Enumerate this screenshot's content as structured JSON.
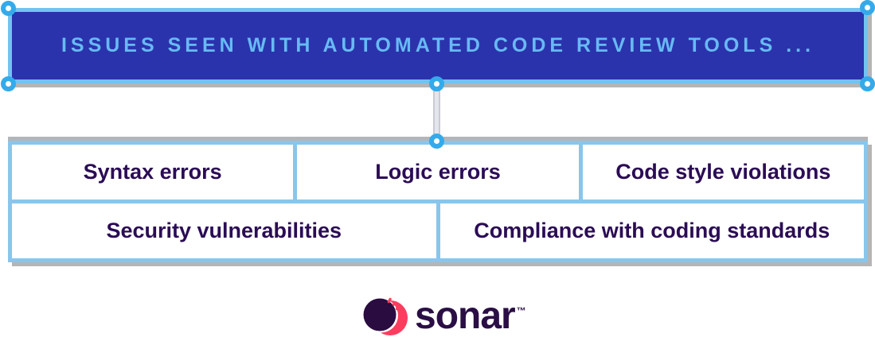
{
  "colors": {
    "page-bg": "#ffffff",
    "title-bg": "#2b33ac",
    "title-text": "#67baf3",
    "title-border": "#73c3f1",
    "grid-border": "#88c6ec",
    "label-text": "#2b0c55",
    "handle-ring": "#34aaea",
    "handle-center": "#ffffff",
    "shadow": "#b5b5b5",
    "connector": "#e4e6ec",
    "connector-edge": "#c9cbd5",
    "logo-pink": "#fb3d5f",
    "logo-purple": "#2a0c41",
    "wordmark-text": "#2a0e45"
  },
  "title_banner": {
    "label": "ISSUES SEEN WITH AUTOMATED CODE REVIEW TOOLS ..."
  },
  "grid": {
    "rows": [
      {
        "cells": [
          {
            "label": "Syntax errors"
          },
          {
            "label": "Logic errors"
          },
          {
            "label": "Code style violations"
          }
        ]
      },
      {
        "cells": [
          {
            "label": "Security vulnerabilities"
          },
          {
            "label": "Compliance with coding standards"
          }
        ]
      }
    ]
  },
  "logo": {
    "wordmark": "sonar",
    "trademark": "™"
  }
}
